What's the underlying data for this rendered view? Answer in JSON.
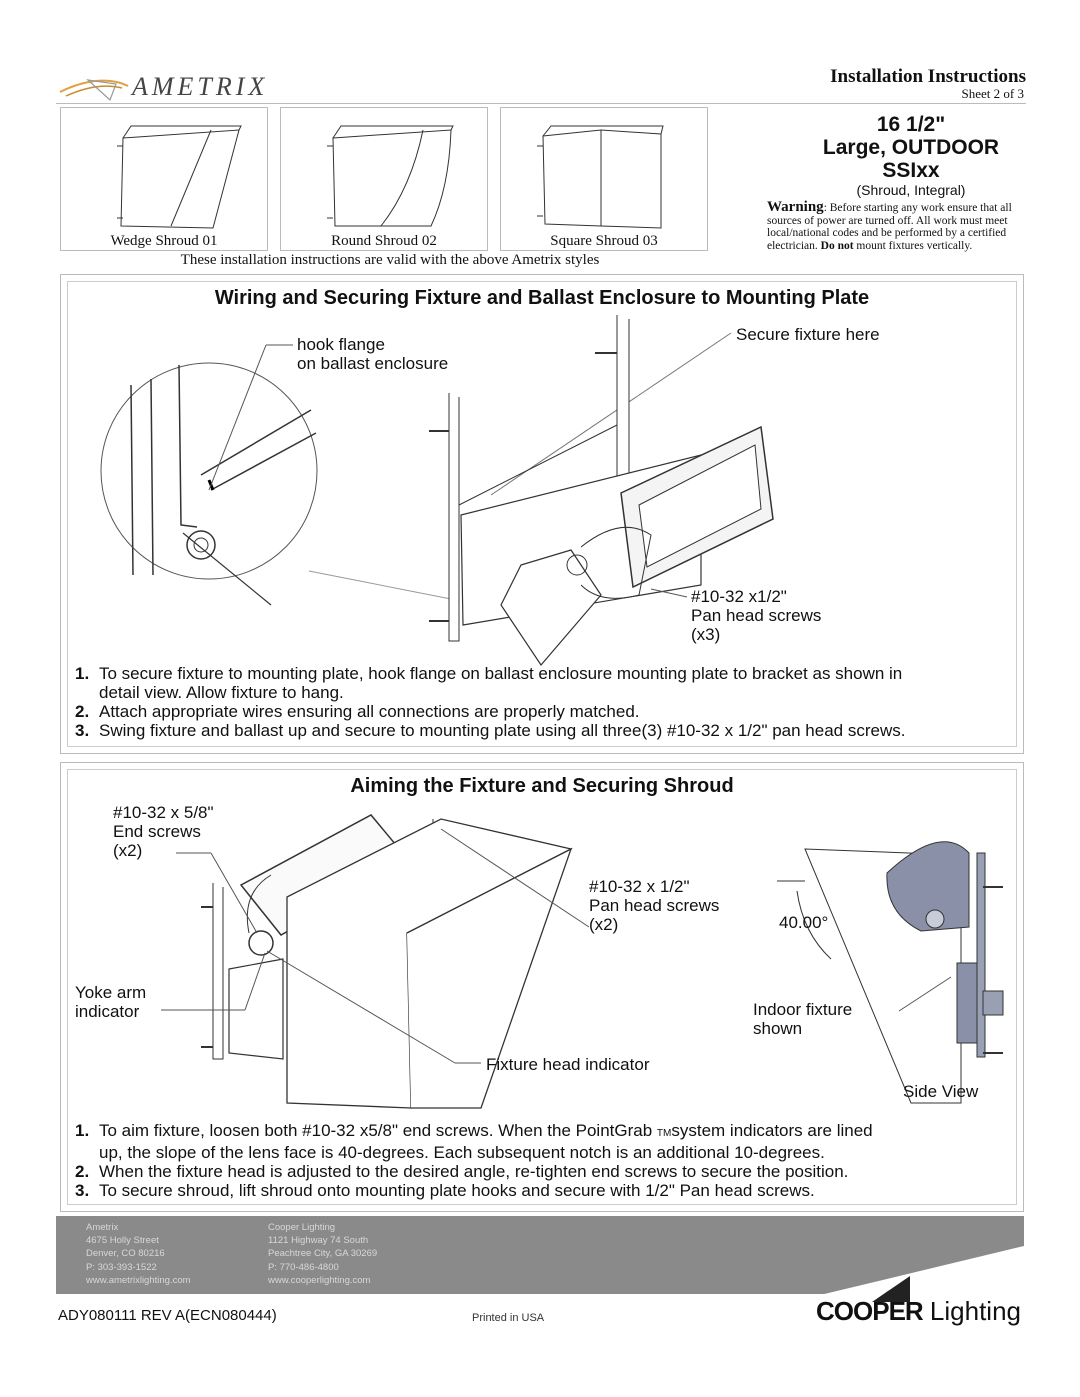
{
  "header": {
    "brand": "AMETRIX",
    "doc_title": "Installation Instructions",
    "sheet": "Sheet 2 of 3"
  },
  "shrouds": [
    {
      "label": "Wedge Shroud  01",
      "icon": "wedge-shroud-icon"
    },
    {
      "label": "Round Shroud 02",
      "icon": "round-shroud-icon"
    },
    {
      "label": "Square Shroud 03",
      "icon": "square-shroud-icon"
    }
  ],
  "valid_note": "These installation instructions are valid with the above Ametrix styles",
  "product": {
    "size": "16 1/2\"",
    "name": "Large, OUTDOOR",
    "code": "SSIxx",
    "desc": "(Shroud, Integral)"
  },
  "warning": {
    "label": "Warning",
    "text": ":  Before starting any work ensure that all sources of power are turned off.  All work must meet local/national codes and be performed by a certified electrician.",
    "bold_tail": "Do not",
    "tail": "mount fixtures vertically."
  },
  "section1": {
    "title": "Wiring and Securing Fixture and Ballast Enclosure to Mounting Plate",
    "callouts": {
      "hook_1": "hook flange",
      "hook_2": "on ballast enclosure",
      "secure": "Secure fixture here",
      "screws_1": "#10-32 x1/2\"",
      "screws_2": "Pan head screws",
      "screws_3": "(x3)"
    },
    "steps": [
      {
        "num": "1.",
        "line1": "To secure fixture to mounting plate, hook flange on ballast enclosure mounting plate to bracket as shown in",
        "line2": "detail view.  Allow fixture to hang."
      },
      {
        "num": "2.",
        "line1": "Attach appropriate wires ensuring all connections are properly matched.",
        "line2": ""
      },
      {
        "num": "3.",
        "line1": "Swing fixture and ballast up and secure to mounting plate using all three(3) #10-32 x 1/2\" pan head screws.",
        "line2": ""
      }
    ]
  },
  "section2": {
    "title": "Aiming the Fixture and Securing Shroud",
    "callouts": {
      "end_1": "#10-32 x 5/8\"",
      "end_2": "End screws",
      "end_3": "(x2)",
      "pan_1": "#10-32 x 1/2\"",
      "pan_2": "Pan head screws",
      "pan_3": "(x2)",
      "yoke_1": "Yoke arm",
      "yoke_2": "indicator",
      "head": "Fixture head indicator",
      "angle": "40.00°",
      "indoor_1": "Indoor fixture",
      "indoor_2": "shown",
      "side": "Side View"
    },
    "steps": [
      {
        "num": "1.",
        "line1a": "To aim fixture, loosen both #10-32 x5/8\" end screws.  When the PointGrab",
        "tm": "TM",
        "line1b": "system indicators are lined",
        "line2": "up, the slope of the lens face is 40-degrees.  Each subsequent notch is an additional 10-degrees."
      },
      {
        "num": "2.",
        "line1": "When the fixture head is adjusted to the desired angle, re-tighten end screws to secure the position.",
        "line2": ""
      },
      {
        "num": "3.",
        "line1": "To secure shroud, lift shroud onto mounting plate hooks and secure with 1/2\" Pan head screws.",
        "line2": ""
      }
    ]
  },
  "footer": {
    "ametrix": [
      "Ametrix",
      "4675 Holly Street",
      "Denver, CO 80216",
      "P: 303-393-1522",
      "www.ametrixlighting.com"
    ],
    "cooper": [
      "Cooper Lighting",
      "1121 Highway 74 South",
      "Peachtree City, GA 30269",
      "P: 770-486-4800",
      "www.cooperlighting.com"
    ],
    "doc_id": "ADY080111   REV A(ECN080444)",
    "printed": "Printed in USA",
    "cooper_bold": "COOPER",
    "cooper_light": " Lighting"
  },
  "colors": {
    "footer_bar": "#8a8a8a",
    "part_blue": "#8a90a8"
  }
}
